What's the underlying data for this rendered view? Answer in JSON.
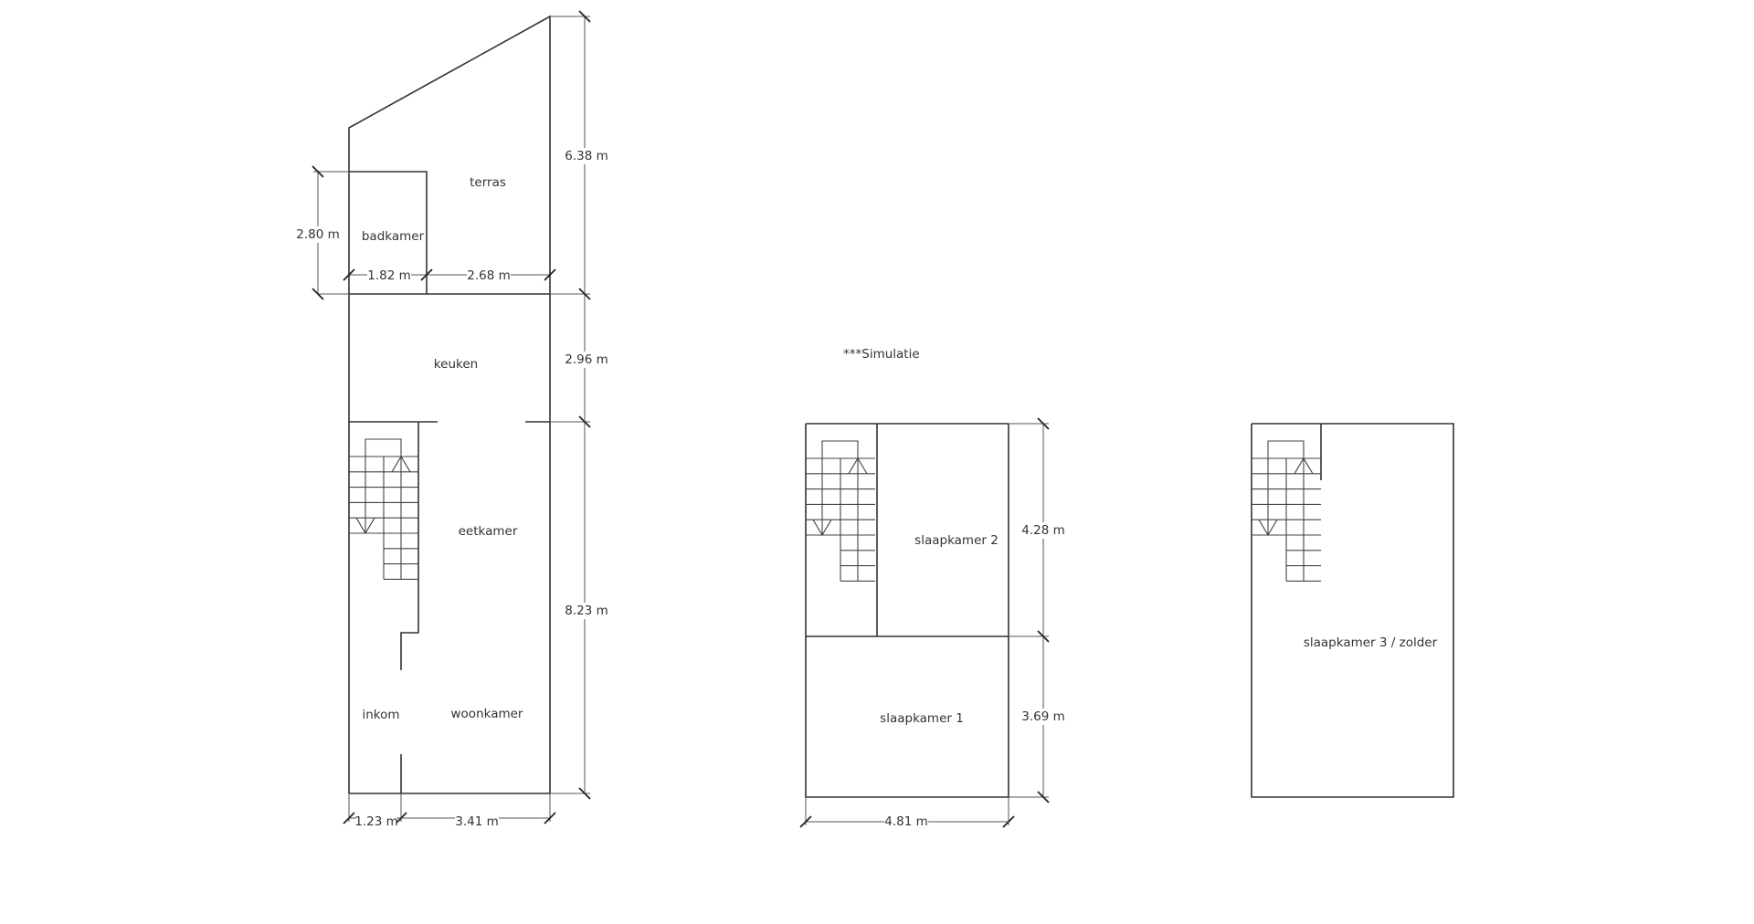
{
  "note": "***Simulatie",
  "ground_floor": {
    "rooms": {
      "terras": "terras",
      "badkamer": "badkamer",
      "keuken": "keuken",
      "eetkamer": "eetkamer",
      "inkom": "inkom",
      "woonkamer": "woonkamer"
    },
    "dimensions": {
      "terras_depth": "6.38 m",
      "badkamer_depth": "2.80 m",
      "badkamer_width": "1.82 m",
      "terras_width": "2.68 m",
      "keuken_depth": "2.96 m",
      "living_depth": "8.23 m",
      "inkom_width": "1.23 m",
      "woonkamer_width": "3.41 m"
    }
  },
  "first_floor": {
    "rooms": {
      "slaapkamer2": "slaapkamer 2",
      "slaapkamer1": "slaapkamer 1"
    },
    "dimensions": {
      "slaapkamer2_depth": "4.28 m",
      "slaapkamer1_depth": "3.69 m",
      "width": "4.81 m"
    }
  },
  "second_floor": {
    "rooms": {
      "slaapkamer3": "slaapkamer 3 / zolder"
    }
  }
}
